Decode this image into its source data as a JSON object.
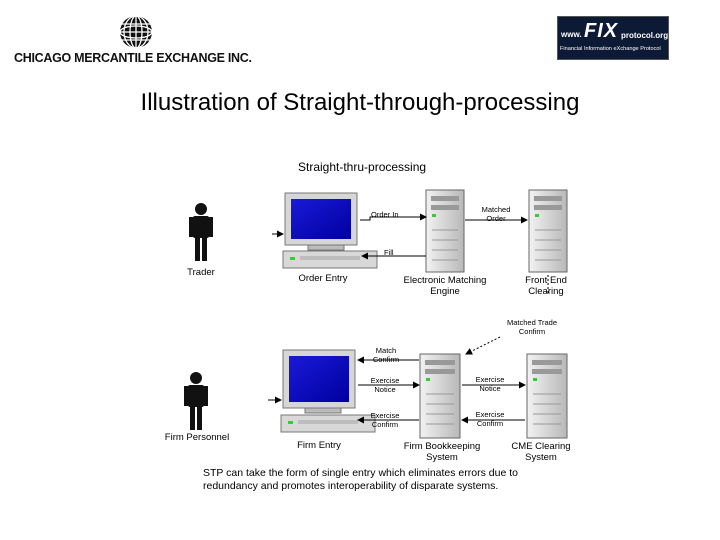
{
  "header": {
    "cme_logo_text": "CHICAGO MERCANTILE EXCHANGE INC.",
    "fix_logo": {
      "www": "www.",
      "big": "FIX",
      "domain": "protocol.org",
      "tagline": "Financial Information eXchange Protocol"
    }
  },
  "title": "Illustration of Straight-through-processing",
  "diagram": {
    "heading": "Straight-thru-processing",
    "nodes": {
      "trader": "Trader",
      "order_entry": "Order Entry",
      "matching_engine": "Electronic Matching\nEngine",
      "front_end_clearing": "Front End\nClearing",
      "firm_personnel": "Firm Personnel",
      "firm_entry": "Firm Entry",
      "firm_bookkeeping": "Firm Bookkeeping\nSystem",
      "cme_clearing": "CME Clearing\nSystem"
    },
    "flows": {
      "order_in": "Order In",
      "fill": "Fill",
      "matched_order": "Matched\nOrder",
      "matched_trade_confirm": "Matched Trade\nConfirm",
      "match_confirm": "Match\nConfirm",
      "exercise_notice_left": "Exercise\nNotice",
      "exercise_confirm_left": "Exercise\nConfirm",
      "exercise_notice_right": "Exercise\nNotice",
      "exercise_confirm_right": "Exercise\nConfirm"
    }
  },
  "caption": "STP can take the form of single entry which eliminates errors due to redundancy and promotes interoperability of disparate systems."
}
